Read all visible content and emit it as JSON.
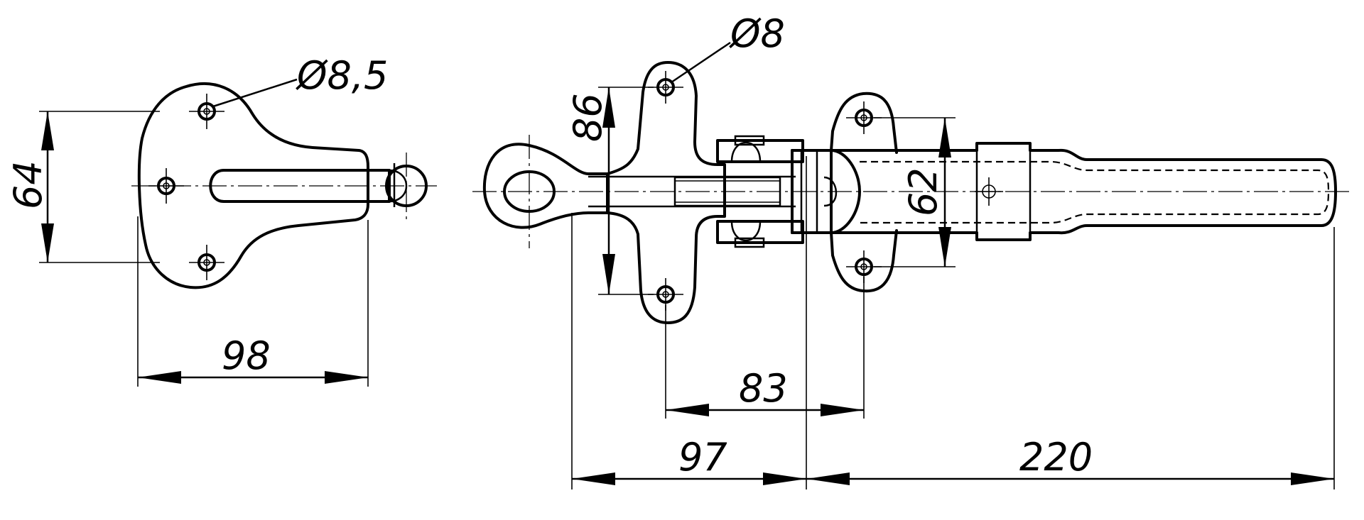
{
  "drawing": {
    "left_view": {
      "hole_label": "Ø8,5",
      "height_dim": "64",
      "width_dim": "98"
    },
    "right_view": {
      "hole_label": "Ø8",
      "plate_height_dim": "86",
      "base_height_dim": "62",
      "hole_spacing_dim": "83",
      "front_length_dim": "97",
      "lever_length_dim": "220"
    }
  }
}
